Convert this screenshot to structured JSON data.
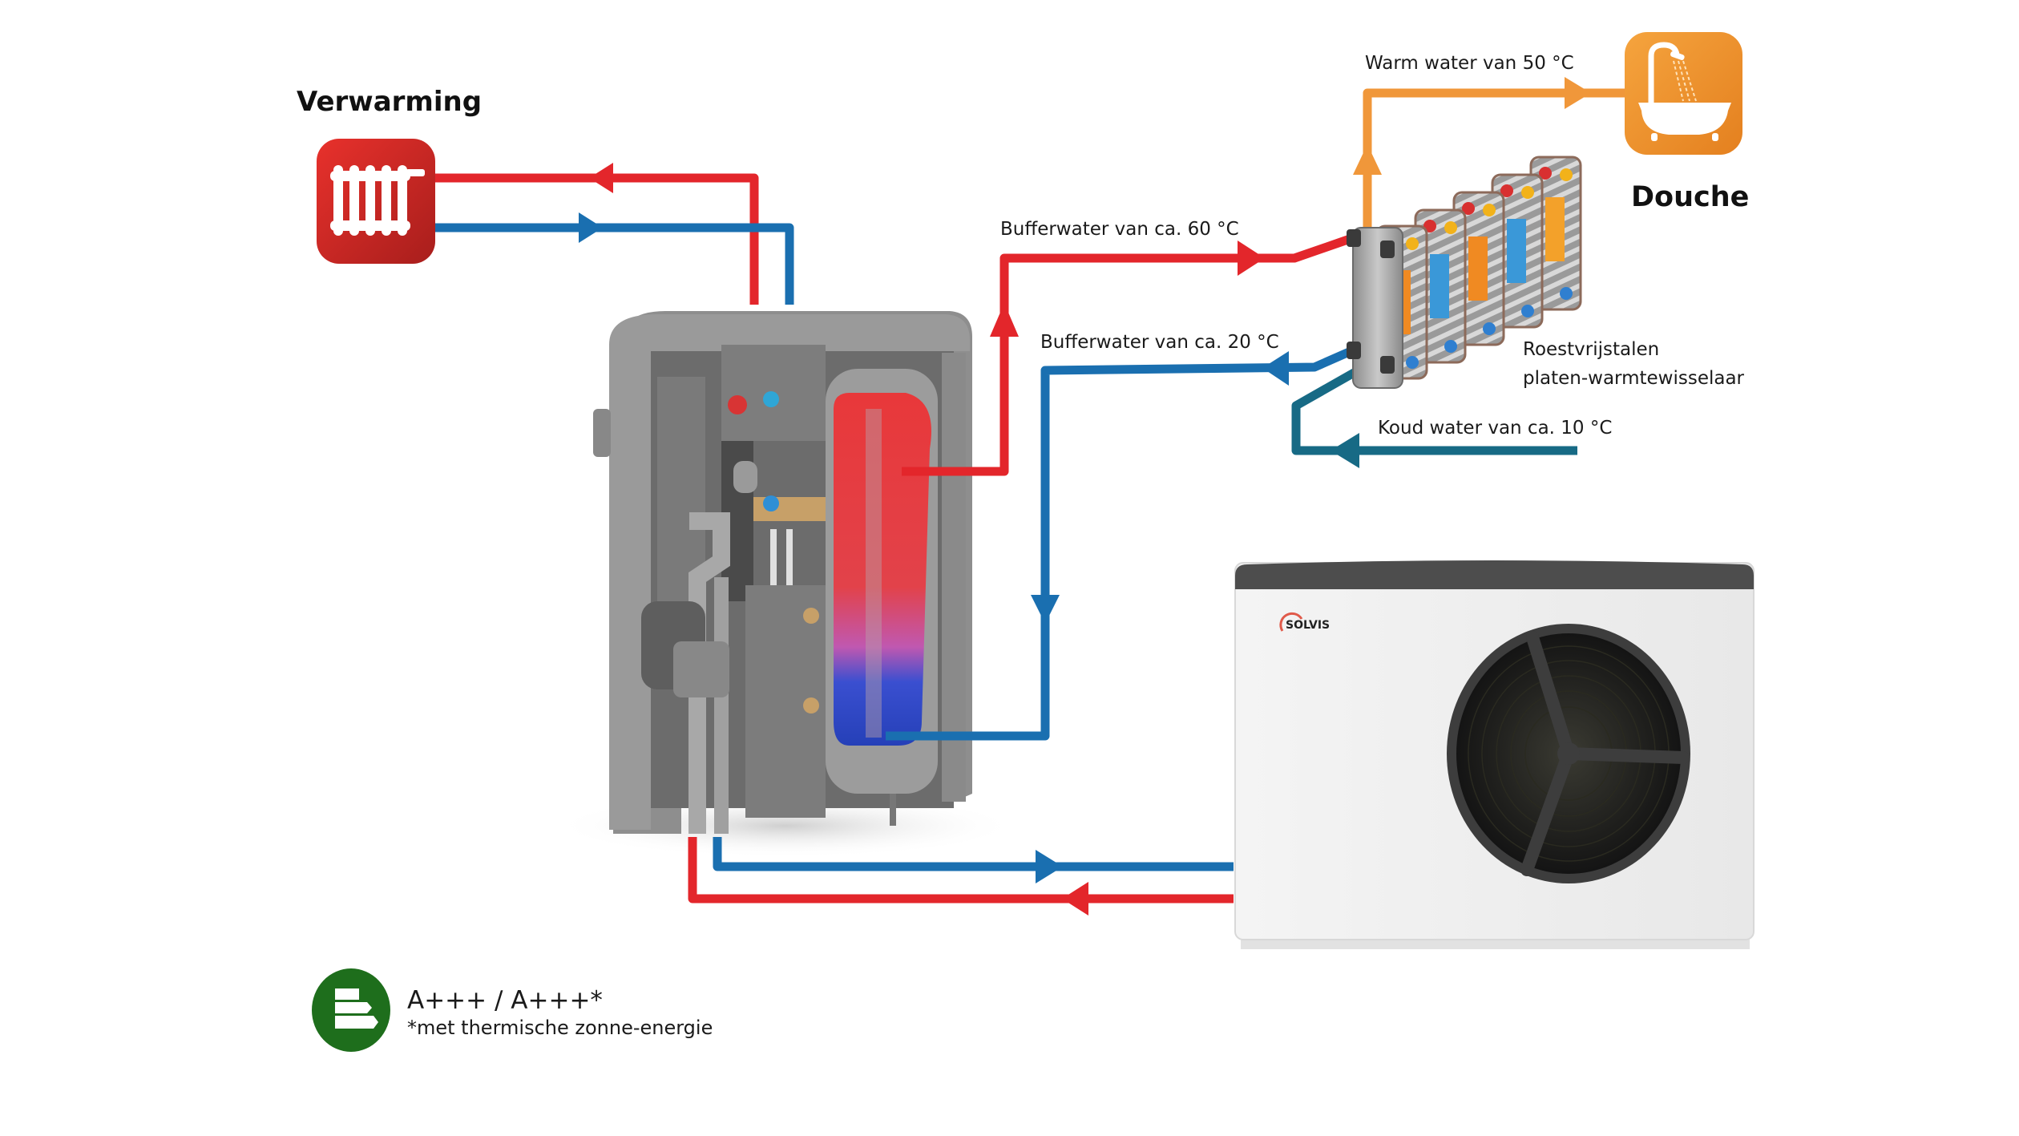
{
  "heating": {
    "title": "Verwarming",
    "icon": "radiator-icon"
  },
  "shower": {
    "title": "Douche",
    "icon": "bathtub-shower-icon"
  },
  "flows": {
    "warm_water": "Warm water van 50 °C",
    "buffer_hot": "Bufferwater van ca. 60 °C",
    "buffer_cold": "Bufferwater van ca. 20 °C",
    "cold_water": "Koud water van ca. 10 °C"
  },
  "heat_exchanger": {
    "label_line1": "Roestvrijstalen",
    "label_line2": "platen-warmtewisselaar"
  },
  "outdoor_unit": {
    "brand": "SOLVIS"
  },
  "energy_label": {
    "icon": "energy-label-icon",
    "rating": "A+++ / A+++*",
    "footnote": "*met thermische zonne-energie"
  },
  "colors": {
    "hot_pipe": "#e3262b",
    "cold_pipe": "#1a6fb0",
    "cold_water_pipe": "#176a85",
    "warm_water_pipe": "#f0973a",
    "radiator_bg": "#d42a25",
    "shower_bg": "#f08f2b",
    "energy_green": "#1e6e1c"
  }
}
